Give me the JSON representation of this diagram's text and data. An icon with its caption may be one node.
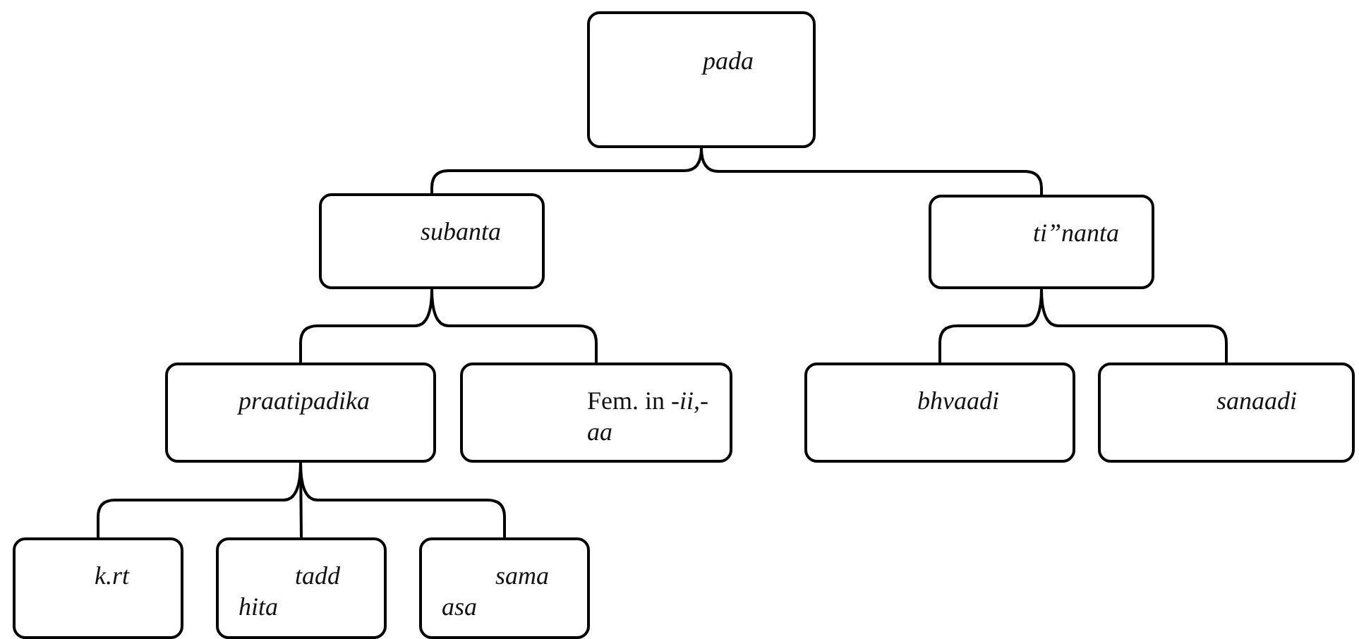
{
  "diagram": {
    "nodes": [
      {
        "text": [
          "pada"
        ]
      },
      {
        "text": [
          "subanta"
        ]
      },
      {
        "text": [
          "ti”nanta"
        ]
      },
      {
        "text": [
          "praatipadika"
        ]
      },
      {
        "text": [
          "Fem. in -*ii,*-*aa*"
        ]
      },
      {
        "text": [
          "bhvaadi"
        ]
      },
      {
        "text": [
          "sanaadi"
        ]
      },
      {
        "text": [
          "k.rt"
        ]
      },
      {
        "text": [
          "tadd hita"
        ]
      },
      {
        "text": [
          "sama asa"
        ]
      }
    ],
    "edges": [
      {
        "from": 0,
        "to": 1,
        "arrow": "none"
      },
      {
        "from": 0,
        "to": 2,
        "arrow": "none"
      },
      {
        "from": 1,
        "to": 3,
        "arrow": "none"
      },
      {
        "from": 1,
        "to": 4,
        "arrow": "none"
      },
      {
        "from": 2,
        "to": 5,
        "arrow": "none"
      },
      {
        "from": 2,
        "to": 6,
        "arrow": "none"
      },
      {
        "from": 3,
        "to": 7,
        "arrow": "none"
      },
      {
        "from": 3,
        "to": 8,
        "arrow": "none"
      },
      {
        "from": 3,
        "to": 9,
        "arrow": "none"
      }
    ]
  }
}
